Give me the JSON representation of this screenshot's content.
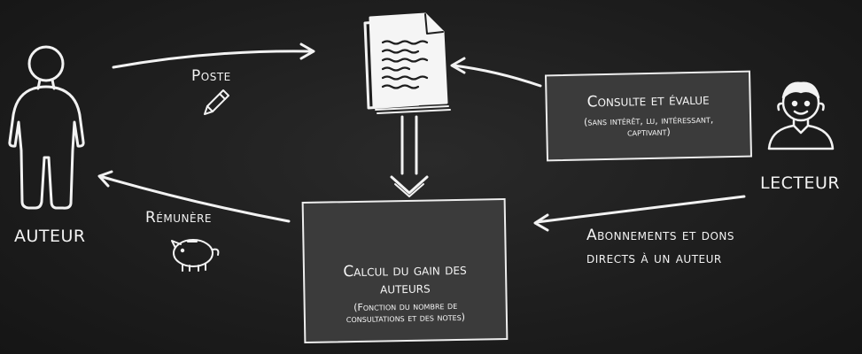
{
  "actors": {
    "author": "AUTEUR",
    "reader": "LECTEUR"
  },
  "flows": {
    "post": "Poste",
    "pay": "Rémunère",
    "subs_line1": "Abonnements et dons",
    "subs_line2": "directs à un auteur"
  },
  "boxes": {
    "review": {
      "title": "Consulte et évalue",
      "sub1": "(sans intérêt, lu, intéressant,",
      "sub2": "captivant)"
    },
    "calc": {
      "title1": "Calcul du gain des",
      "title2": "auteurs",
      "sub1": "(Fonction du nombre de",
      "sub2": "consultations et des notes)"
    }
  },
  "icons": [
    "person-icon",
    "document-icon",
    "pencil-icon",
    "piggy-bank-icon",
    "gears-icon",
    "reader-face-icon"
  ],
  "colors": {
    "background": "#1e1e1e",
    "chalk": "#f2f2f2",
    "box_fill": "#3b3b3b"
  }
}
